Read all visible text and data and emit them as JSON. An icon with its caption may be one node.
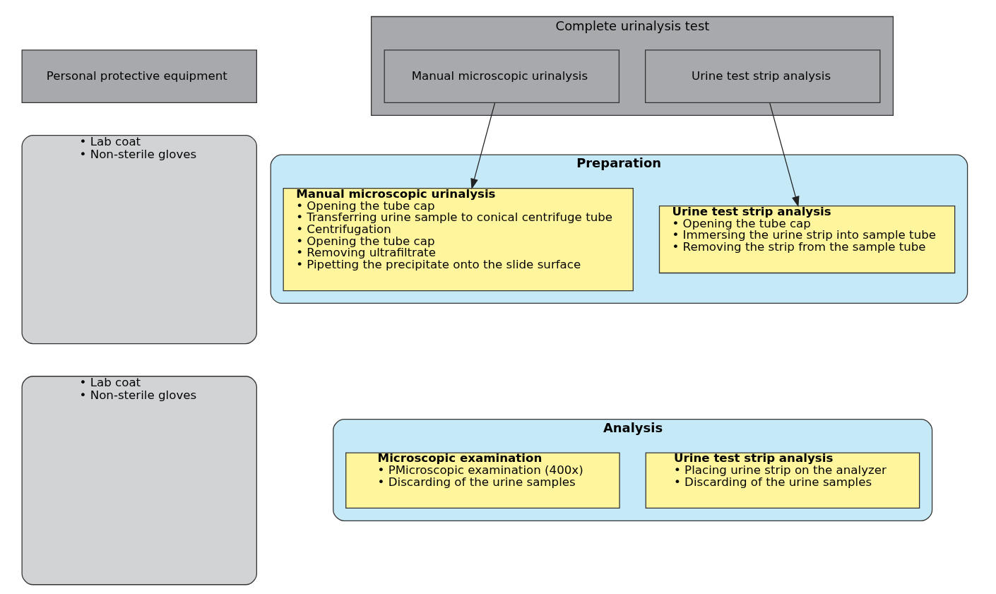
{
  "diagram": {
    "nodes": [
      {
        "text": [
          "Personal protective equipment"
        ]
      },
      {
        "text": [
          "Complete urinalysis test"
        ]
      },
      {
        "text": [
          "Urine test strip analysis"
        ],
        "in": 1
      },
      {
        "text": [
          "Manual microscopic urinalysis"
        ],
        "in": 1
      },
      {
        "text": [
          "• Lab coat",
          "• Non-sterile gloves"
        ]
      },
      {
        "text": [
          "Preparation"
        ]
      },
      {
        "text": [
          "Urine test strip analysis",
          "• Opening the tube cap",
          "• Immersing the urine strip into sample tube",
          "• Removing the strip from the sample tube"
        ],
        "in": 5
      },
      {
        "text": [
          "Manual microscopic urinalysis",
          "• Opening the tube cap",
          "• Transferring urine sample to conical centrifuge tube",
          "• Centrifugation",
          "• Opening the tube cap",
          "• Removing ultrafiltrate",
          "• Pipetting the precipitate onto the slide surface"
        ],
        "in": 5
      },
      {
        "text": [
          "• Lab coat",
          "• Non-sterile gloves"
        ]
      },
      {
        "text": [
          "Analysis"
        ]
      },
      {
        "text": [
          "Urine test strip analysis",
          "• Placing urine strip on the analyzer",
          "• Discarding of the urine samples"
        ],
        "in": 9
      },
      {
        "text": [
          "Microscopic examination",
          "• PMicroscopic examination (400x)",
          "• Discarding of the urine samples"
        ],
        "in": 9
      }
    ],
    "edges": [
      {
        "from": 2,
        "to": 6,
        "arrow": "to"
      },
      {
        "from": 3,
        "to": 7,
        "arrow": "to"
      }
    ]
  }
}
